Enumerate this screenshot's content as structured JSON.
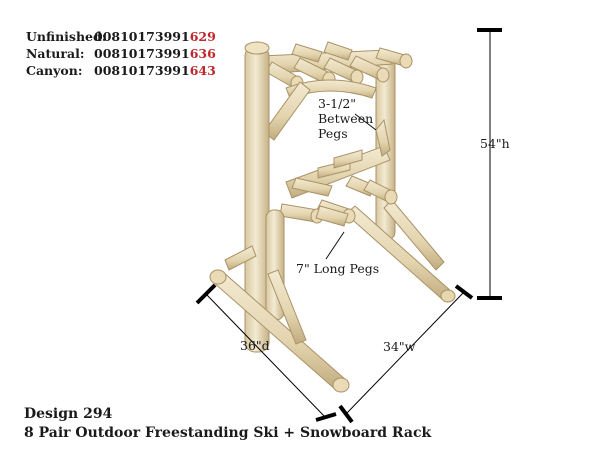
{
  "skus": [
    {
      "finish": "Unfinished:",
      "code": "00810173991",
      "suffix": "629"
    },
    {
      "finish": "Natural:",
      "code": "00810173991",
      "suffix": "636"
    },
    {
      "finish": "Canyon:",
      "code": "00810173991",
      "suffix": "643"
    }
  ],
  "annotations": {
    "peg_spacing_line1": "3-1/2\"",
    "peg_spacing_line2": "Between",
    "peg_spacing_line3": "Pegs",
    "peg_length": "7\" Long Pegs",
    "height": "54\"h",
    "depth": "36\"d",
    "width": "34\"w"
  },
  "footer": {
    "design": "Design 294",
    "title": "8 Pair Outdoor Freestanding Ski + Snowboard Rack"
  },
  "colors": {
    "wood": "#ece0c2",
    "wood_shade": "#c9b48a",
    "accent_red": "#c0262c"
  }
}
